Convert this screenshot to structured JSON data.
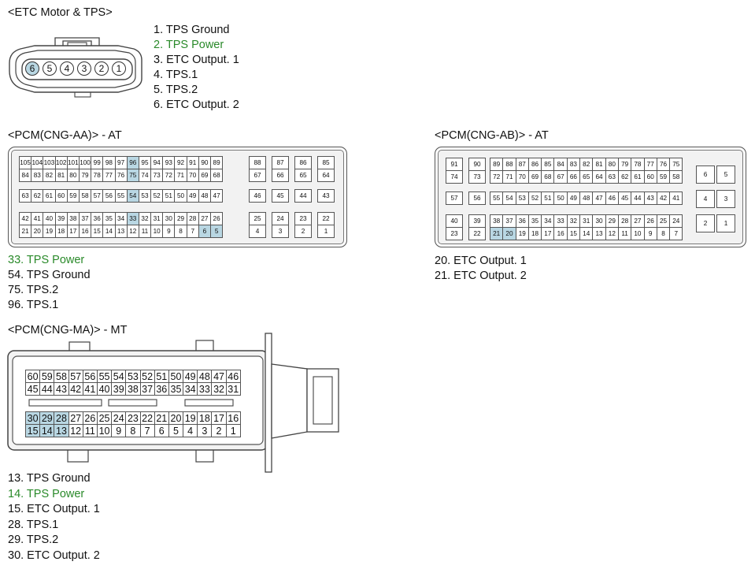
{
  "etc": {
    "title": "<ETC Motor & TPS>",
    "pins": [
      "6",
      "5",
      "4",
      "3",
      "2",
      "1"
    ],
    "legend": [
      {
        "text": "1. TPS Ground",
        "green": false
      },
      {
        "text": "2. TPS Power",
        "green": true
      },
      {
        "text": "3. ETC Output. 1",
        "green": false
      },
      {
        "text": "4. TPS.1",
        "green": false
      },
      {
        "text": "5. TPS.2",
        "green": false
      },
      {
        "text": "6. ETC Output. 2",
        "green": false
      }
    ]
  },
  "aa": {
    "title": "<PCM(CNG-AA)> - AT",
    "rows": [
      [
        "105",
        "104",
        "103",
        "102",
        "101",
        "100",
        "99",
        "98",
        "97",
        "96",
        "95",
        "94",
        "93",
        "92",
        "91",
        "90",
        "89"
      ],
      [
        "84",
        "83",
        "82",
        "81",
        "80",
        "79",
        "78",
        "77",
        "76",
        "75",
        "74",
        "73",
        "72",
        "71",
        "70",
        "69",
        "68"
      ],
      [
        "63",
        "62",
        "61",
        "60",
        "59",
        "58",
        "57",
        "56",
        "55",
        "54",
        "53",
        "52",
        "51",
        "50",
        "49",
        "48",
        "47"
      ],
      [
        "42",
        "41",
        "40",
        "39",
        "38",
        "37",
        "36",
        "35",
        "34",
        "33",
        "32",
        "31",
        "30",
        "29",
        "28",
        "27",
        "26"
      ],
      [
        "21",
        "20",
        "19",
        "18",
        "17",
        "16",
        "15",
        "14",
        "13",
        "12",
        "11",
        "10",
        "9",
        "8",
        "7",
        "6",
        "5"
      ]
    ],
    "right_rows": [
      [
        "88",
        "87",
        "86",
        "85"
      ],
      [
        "67",
        "66",
        "65",
        "64"
      ],
      [
        "46",
        "45",
        "44",
        "43"
      ],
      [
        "25",
        "24",
        "23",
        "22"
      ],
      [
        "4",
        "3",
        "2",
        "1"
      ]
    ],
    "highlight": [
      "96",
      "75",
      "54",
      "33",
      "6",
      "5"
    ],
    "legend": [
      {
        "text": "33. TPS Power",
        "green": true
      },
      {
        "text": "54. TPS Ground",
        "green": false
      },
      {
        "text": "75. TPS.2",
        "green": false
      },
      {
        "text": "96. TPS.1",
        "green": false
      }
    ]
  },
  "ab": {
    "title": "<PCM(CNG-AB)> - AT",
    "left_rows": [
      [
        "91",
        "90"
      ],
      [
        "74",
        "73"
      ],
      [
        "57",
        "56"
      ],
      [
        "40",
        "39"
      ],
      [
        "23",
        "22"
      ]
    ],
    "rows": [
      [
        "89",
        "88",
        "87",
        "86",
        "85",
        "84",
        "83",
        "82",
        "81",
        "80",
        "79",
        "78",
        "77",
        "76",
        "75"
      ],
      [
        "72",
        "71",
        "70",
        "69",
        "68",
        "67",
        "66",
        "65",
        "64",
        "63",
        "62",
        "61",
        "60",
        "59",
        "58"
      ],
      [
        "55",
        "54",
        "53",
        "52",
        "51",
        "50",
        "49",
        "48",
        "47",
        "46",
        "45",
        "44",
        "43",
        "42",
        "41"
      ],
      [
        "38",
        "37",
        "36",
        "35",
        "34",
        "33",
        "32",
        "31",
        "30",
        "29",
        "28",
        "27",
        "26",
        "25",
        "24"
      ],
      [
        "21",
        "20",
        "19",
        "18",
        "17",
        "16",
        "15",
        "14",
        "13",
        "12",
        "11",
        "10",
        "9",
        "8",
        "7"
      ]
    ],
    "right_rows": [
      [
        "6",
        "5"
      ],
      [
        "4",
        "3"
      ],
      [
        "2",
        "1"
      ]
    ],
    "highlight": [
      "21",
      "20"
    ],
    "legend": [
      {
        "text": "20. ETC Output. 1",
        "green": false
      },
      {
        "text": "21. ETC Output. 2",
        "green": false
      }
    ]
  },
  "ma": {
    "title": "<PCM(CNG-MA)> - MT",
    "rows": [
      [
        "60",
        "59",
        "58",
        "57",
        "56",
        "55",
        "54",
        "53",
        "52",
        "51",
        "50",
        "49",
        "48",
        "47",
        "46"
      ],
      [
        "45",
        "44",
        "43",
        "42",
        "41",
        "40",
        "39",
        "38",
        "37",
        "36",
        "35",
        "34",
        "33",
        "32",
        "31"
      ],
      [
        "30",
        "29",
        "28",
        "27",
        "26",
        "25",
        "24",
        "23",
        "22",
        "21",
        "20",
        "19",
        "18",
        "17",
        "16"
      ],
      [
        "15",
        "14",
        "13",
        "12",
        "11",
        "10",
        "9",
        "8",
        "7",
        "6",
        "5",
        "4",
        "3",
        "2",
        "1"
      ]
    ],
    "highlight": [
      "30",
      "29",
      "28",
      "15",
      "14",
      "13"
    ],
    "legend": [
      {
        "text": "13. TPS Ground",
        "green": false
      },
      {
        "text": "14. TPS Power",
        "green": true
      },
      {
        "text": "15. ETC Output. 1",
        "green": false
      },
      {
        "text": "28. TPS.1",
        "green": false
      },
      {
        "text": "29. TPS.2",
        "green": false
      },
      {
        "text": "30. ETC Output. 2",
        "green": false
      }
    ]
  }
}
